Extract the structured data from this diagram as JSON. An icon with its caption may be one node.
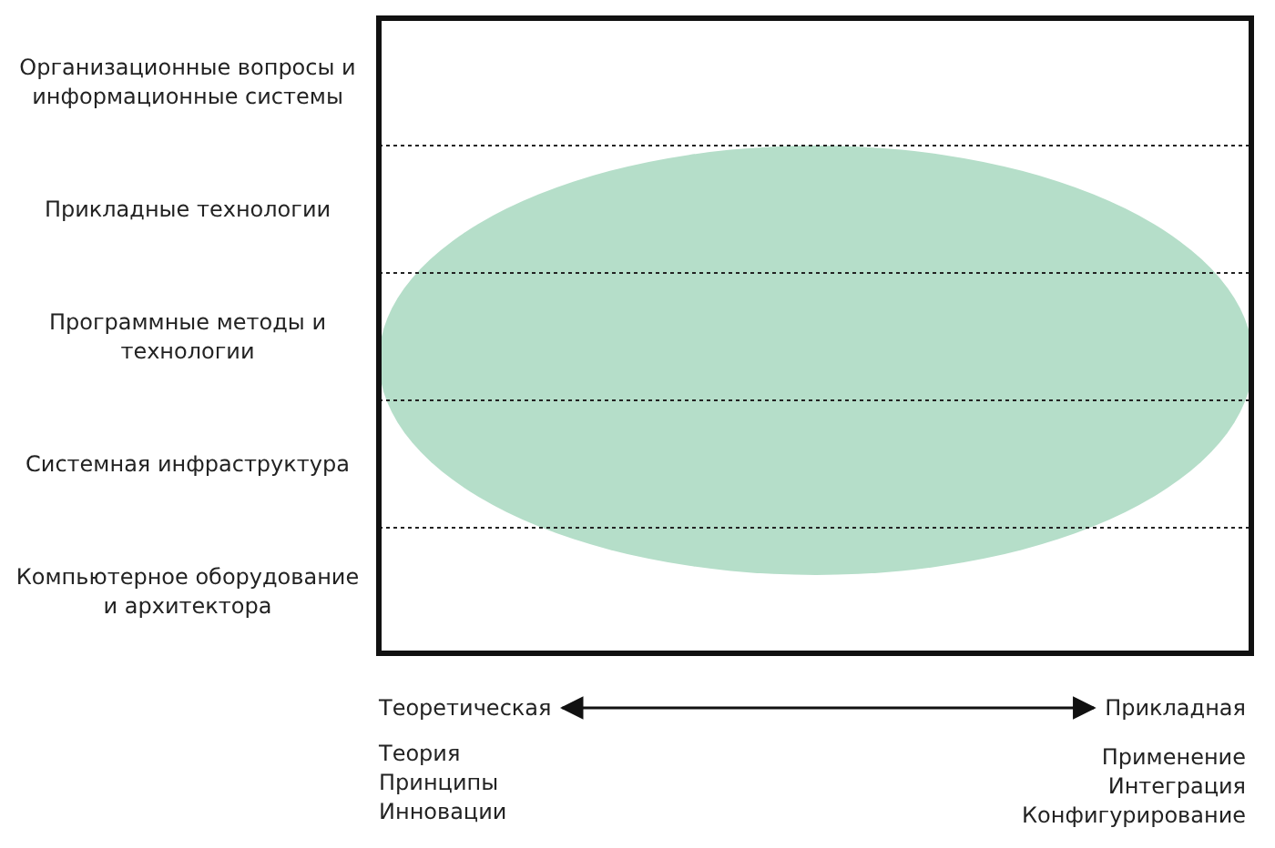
{
  "diagram": {
    "nodes": [
      {
        "text": [
          "Теоретическая"
        ]
      },
      {
        "text": [
          "Прикладная"
        ]
      }
    ],
    "edges": [
      {
        "from": 0,
        "to": 1,
        "arrow": "both"
      }
    ],
    "labels": [
      "Организационные вопросы и информационные системы",
      "Прикладные технологии",
      "Программные методы и технологии",
      "Системная инфраструктура",
      "Компьютерное оборудование и архитектора",
      "Теория",
      "Принципы",
      "Инновации",
      "Применение",
      "Интеграция",
      "Конфигурирование"
    ]
  }
}
